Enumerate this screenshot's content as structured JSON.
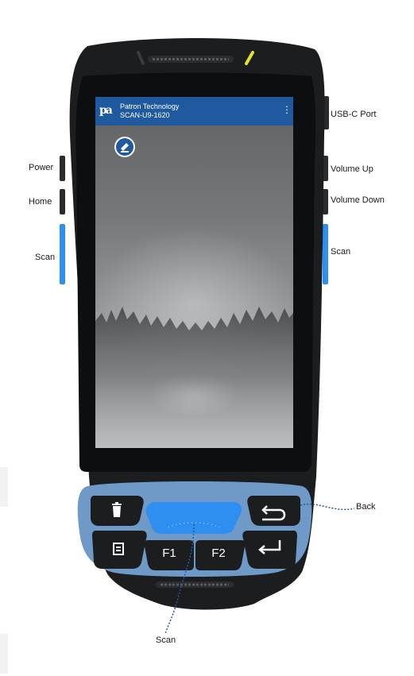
{
  "screen": {
    "app_name": "Patron Technology",
    "device_id": "SCAN-U9-1620",
    "logo_text": "pa",
    "menu_glyph": "⋮",
    "accent": "#1f5aa0"
  },
  "labels": {
    "usbc": "USB-C Port",
    "power": "Power",
    "home": "Home",
    "scan_left": "Scan",
    "volume_up": "Volume Up",
    "volume_down": "Volume Down",
    "scan_right": "Scan",
    "back": "Back",
    "scan_bottom": "Scan"
  },
  "keys": {
    "f1": "F1",
    "f2": "F2",
    "delete": "trash-icon",
    "menu": "menu-icon",
    "back": "back-arrow-icon",
    "enter": "enter-arrow-icon"
  },
  "colors": {
    "body": "#1c1d1f",
    "keypad": "#6f9ac7",
    "scan_key": "#2f8ff0",
    "side_scan": "#2f8ff0"
  }
}
